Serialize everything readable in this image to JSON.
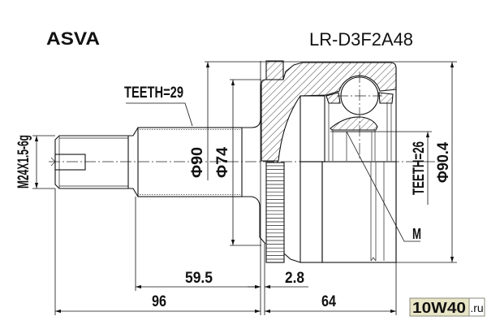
{
  "header": {
    "brand": "ASVA",
    "part_number": "LR-D3F2A48"
  },
  "annotations": {
    "thread": "M24X1.5-6g",
    "spline_teeth_outer": "TEETH=29",
    "spline_teeth_inner": "TEETH=26",
    "dia_flange": "Φ90",
    "dia_seat": "Φ74",
    "dia_housing": "Φ90.4",
    "marker": "M"
  },
  "dimensions": {
    "shaft_seat_length": "59.5",
    "ring_offset": "2.8",
    "shaft_length": "96",
    "housing_length": "64"
  },
  "watermark": {
    "main": "10W40",
    "suffix": ".ru"
  },
  "colors": {
    "line": "#111111",
    "watermark_bg": "#e8e5c6"
  }
}
